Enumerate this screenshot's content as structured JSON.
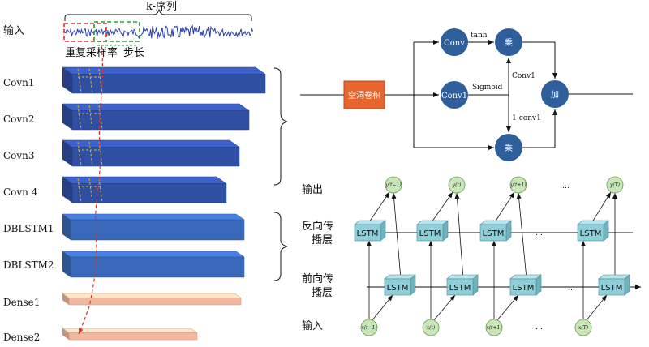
{
  "left": {
    "input_label": "输入",
    "kseq_label": "k-序列",
    "resample_label": "重复采样率",
    "step_label": "步长",
    "layers": [
      "Covn1",
      "Covn2",
      "Covn3",
      "Covn 4",
      "DBLSTM1",
      "DBLSTM2",
      "Dense1",
      "Dense2"
    ]
  },
  "gate": {
    "dilated_conv": "空洞卷积",
    "conv_top": "Conv",
    "conv_mid": "Conv1",
    "tanh": "tanh",
    "sigmoid": "Sigmoid",
    "conv1": "Conv1",
    "one_minus_conv1": "1-conv1",
    "mul_top": "乘",
    "mul_bottom": "乘",
    "add": "加"
  },
  "bilstm": {
    "output_label": "输出",
    "backward_label_1": "反向传",
    "backward_label_2": "播层",
    "forward_label_1": "前向传",
    "forward_label_2": "播层",
    "input_label": "输入",
    "cell_label": "LSTM",
    "outputs": [
      "y(t−1)",
      "y(t)",
      "y(t+1)",
      "y(T)"
    ],
    "inputs": [
      "x(t−1)",
      "x(t)",
      "x(t+1)",
      "x(T)"
    ],
    "ellipsis": "…"
  },
  "colors": {
    "conv_block": "#2f4fa2",
    "lstm_block": "#3a68b8",
    "dense_block": "#f2b89f",
    "dilated": "#e8662e",
    "gate_node": "#2f5f9a",
    "lstm_cell": "#8fcfd8",
    "io_node": "#c8e6b8"
  }
}
